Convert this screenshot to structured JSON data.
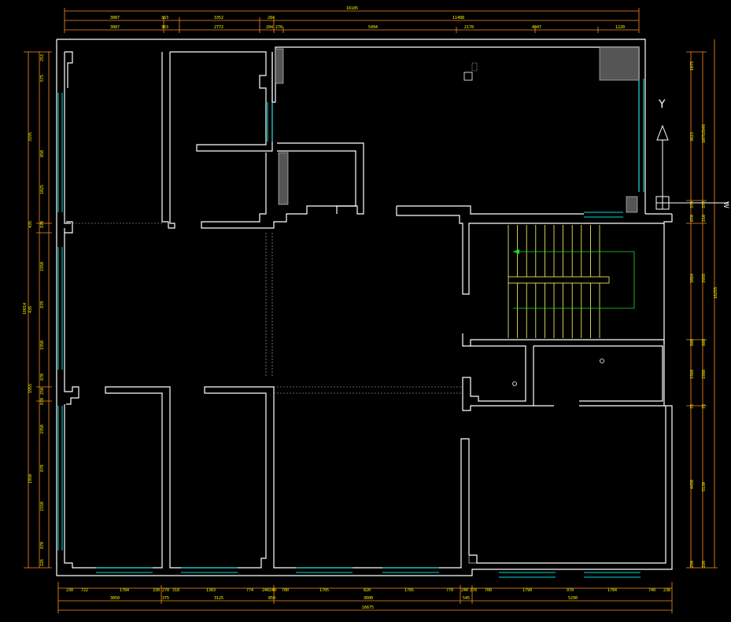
{
  "drawing": {
    "top_total": "16185",
    "top_row1": [
      "3087",
      "363",
      "3352",
      "284",
      "11488"
    ],
    "top_row2": [
      "3087",
      "363",
      "2772",
      "204",
      "270",
      "5494",
      "2170",
      "4047",
      "1220"
    ],
    "bottom_row1": [
      "230",
      "722",
      "1784",
      "330",
      "270",
      "318",
      "1383",
      "774",
      "240",
      "240",
      "700",
      "1705",
      "820",
      "1705",
      "770",
      "240",
      "270",
      "700",
      "1790",
      "970",
      "1784",
      "740",
      "238"
    ],
    "bottom_row2": [
      "3050",
      "375",
      "3125",
      "850",
      "3600",
      "545",
      "5290"
    ],
    "bottom_total": "16675",
    "left_total": "16014",
    "left_row1": [
      "253",
      "575",
      "3195",
      "850",
      "1025",
      "435",
      "870",
      "1950",
      "870"
    ],
    "left_row2": [
      "435",
      "1950",
      "870",
      "1955",
      "250",
      "870",
      "1950",
      "870",
      "1950",
      "1550",
      "870",
      "226"
    ],
    "right_total": "16255",
    "right_row1": [
      "1075",
      "3623",
      "370",
      "870",
      "3884",
      "880",
      "1588",
      "75",
      "4450",
      "250"
    ],
    "right_row2": [
      "1075",
      "3545",
      "370",
      "210",
      "3955",
      "880",
      "1588",
      "75",
      "5130",
      "226"
    ],
    "axis_label": "Y",
    "axis_label_2": "W"
  }
}
